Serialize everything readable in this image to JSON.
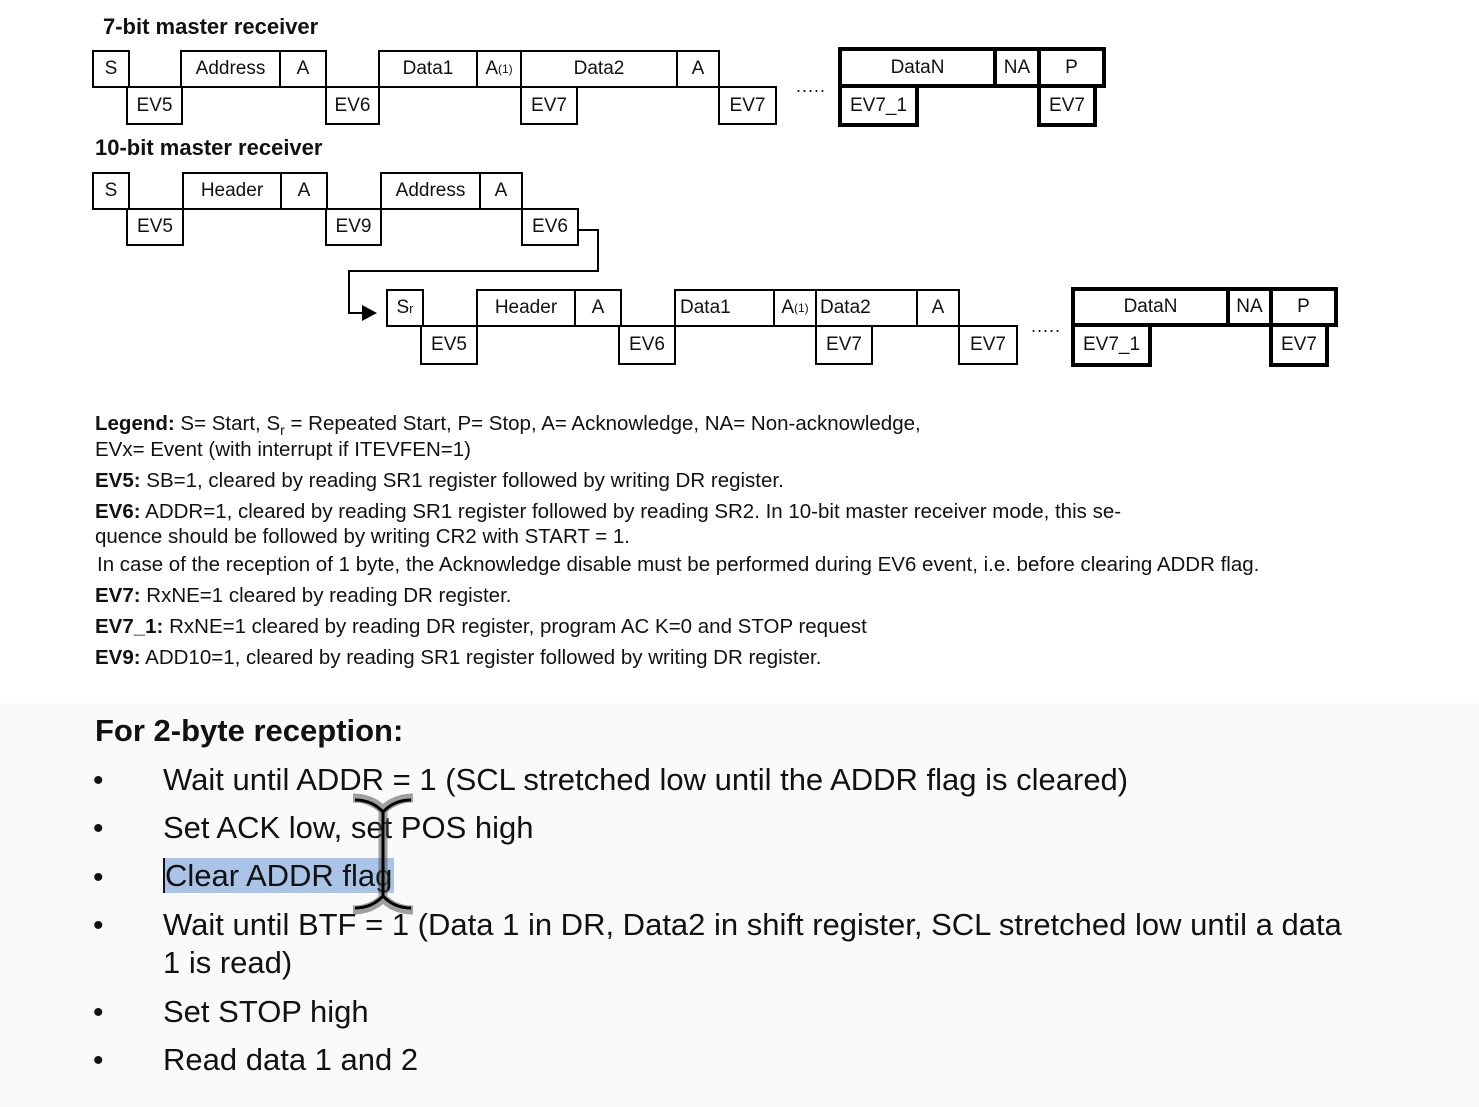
{
  "diagram": {
    "title_7bit": "7-bit master receiver",
    "title_10bit": "10-bit master receiver",
    "row1_top": [
      "S",
      "Address",
      "A",
      "Data1",
      "A",
      "Data2",
      "A",
      "DataN",
      "NA",
      "P"
    ],
    "row1_bottom": [
      "EV5",
      "EV6",
      "EV7",
      "EV7",
      "EV7_1",
      "EV7"
    ],
    "row2_top": [
      "S",
      "Header",
      "A",
      "Address",
      "A"
    ],
    "row2_bottom": [
      "EV5",
      "EV9",
      "EV6"
    ],
    "row3_top": [
      "S",
      "Header",
      "A",
      "Data1",
      "A",
      "Data2",
      "A",
      "DataN",
      "NA",
      "P"
    ],
    "row3_bottom": [
      "EV5",
      "EV6",
      "EV7",
      "EV7",
      "EV7_1",
      "EV7"
    ],
    "sup_1": "(1)",
    "sub_r": "r",
    "ellipsis": "....."
  },
  "legend": {
    "l1_label": "Legend:",
    "l1_a": " S= Start, S",
    "l1_sub": "r",
    "l1_b": " = Repeated Start, P= Stop, A= Acknowledge, NA= Non-acknowledge,",
    "l2": "EVx= Event (with interrupt if ITEVFEN=1)",
    "ev5_label": "EV5:",
    "ev5": " SB=1, cleared by reading SR1 register followed by writing DR register.",
    "ev6_label": "EV6:",
    "ev6_a": " ADDR=1, cleared by reading SR1 register followed by reading SR2. In 10-bit master receiver mode, this se-",
    "ev6_b": "quence should be followed by writing CR2 with START  = 1.",
    "ev6_c": "In case of the reception of 1 byte, the Acknowledge disable must be performed during EV6 event, i.e. before clearing ADDR flag.",
    "ev7_label": "EV7:",
    "ev7": " RxNE=1 cleared by reading DR register.",
    "ev71_label": "EV7_1:",
    "ev71": " RxNE=1 cleared by reading DR register, program AC K=0 and STOP request",
    "ev9_label": "EV9:",
    "ev9": " ADD10=1, cleared by reading SR1 register followed by writing DR register."
  },
  "notes": {
    "heading": "For 2-byte reception:",
    "bullet": "•",
    "item1": "Wait until ADDR = 1 (SCL stretched low until the ADDR flag is cleared)",
    "item2": "Set ACK low, set POS high",
    "item3": "Clear ADDR flag",
    "item4a": "Wait until BTF = 1 (Data 1 in DR, Data2 in shift register, SCL stretched low until a data",
    "item4b": "1 is read)",
    "item5": "Set STOP high",
    "item6": "Read data 1 and 2"
  },
  "colors": {
    "selection": "#a9c4e6"
  }
}
